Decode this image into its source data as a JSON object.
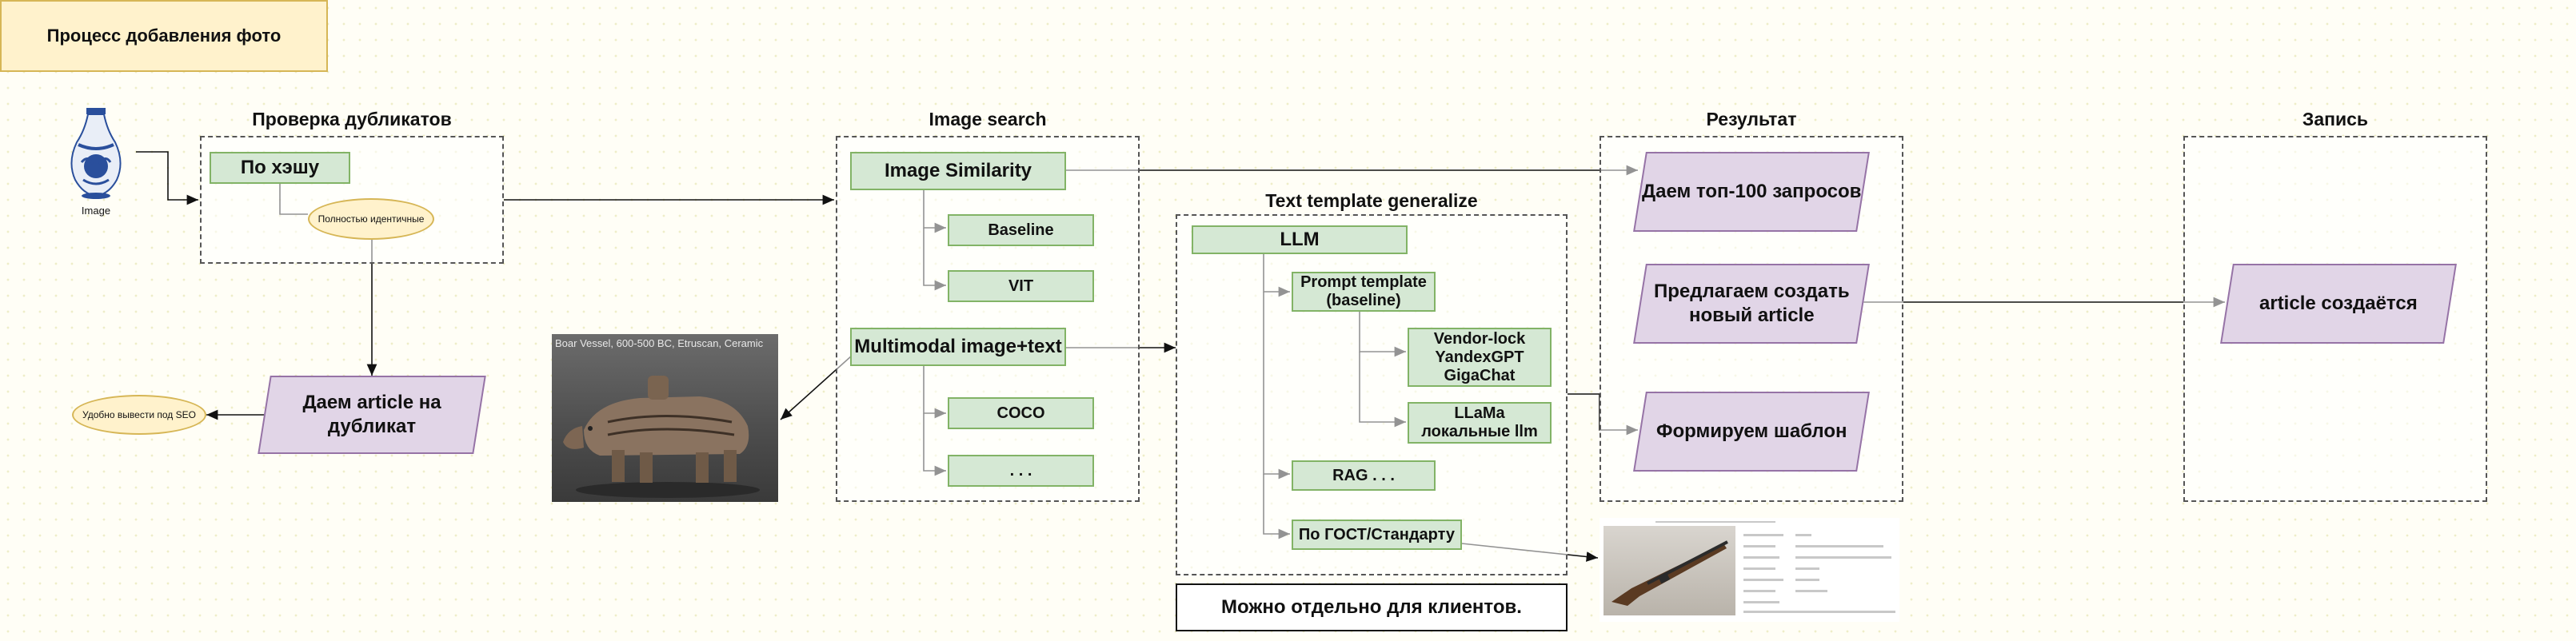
{
  "title": "Процесс добавления фото",
  "image_caption": "Image",
  "sections": {
    "duplicates": "Проверка дубликатов",
    "image_search": "Image search",
    "text_template": "Text template generalize",
    "result": "Результат",
    "record": "Запись"
  },
  "duplicates": {
    "by_hash": "По хэшу",
    "identical": "Полностью идентичные",
    "give_article": "Даем article на дубликат",
    "seo_note": "Удобно вывести под SEO"
  },
  "image_search": {
    "similarity": "Image Similarity",
    "baseline": "Baseline",
    "vit": "VIT",
    "multimodal": "Multimodal image+text",
    "coco": "COCO",
    "more": ". . ."
  },
  "artwork_caption": "Boar Vessel, 600-500 BC, Etruscan, Ceramic",
  "text_template": {
    "llm": "LLM",
    "prompt_template_line1": "Prompt template",
    "prompt_template_line2": "(baseline)",
    "vendor_line1": "Vendor-lock",
    "vendor_line2": "YandexGPT",
    "vendor_line3": "GigaChat",
    "llama_line1": "LLaMa",
    "llama_line2": "локальные llm",
    "rag": "RAG . . .",
    "gost": "По ГОСТ/Стандарту",
    "clients_note": "Можно отдельно для клиентов."
  },
  "result": {
    "top100": "Даем топ-100 запросов",
    "new_article_line1": "Предлагаем создать",
    "new_article_line2": "новый article",
    "template": "Формируем шаблон"
  },
  "record": {
    "created": "article создаётся"
  },
  "colors": {
    "green_fill": "#d5e8d4",
    "green_border": "#82b366",
    "purple_fill": "#e1d5e7",
    "purple_border": "#9673a6",
    "yellow_fill": "#fff2cc",
    "yellow_border": "#d6b656"
  },
  "icons": [
    "vase-icon",
    "boar-vessel-photo",
    "rifle-document-thumbnail"
  ]
}
